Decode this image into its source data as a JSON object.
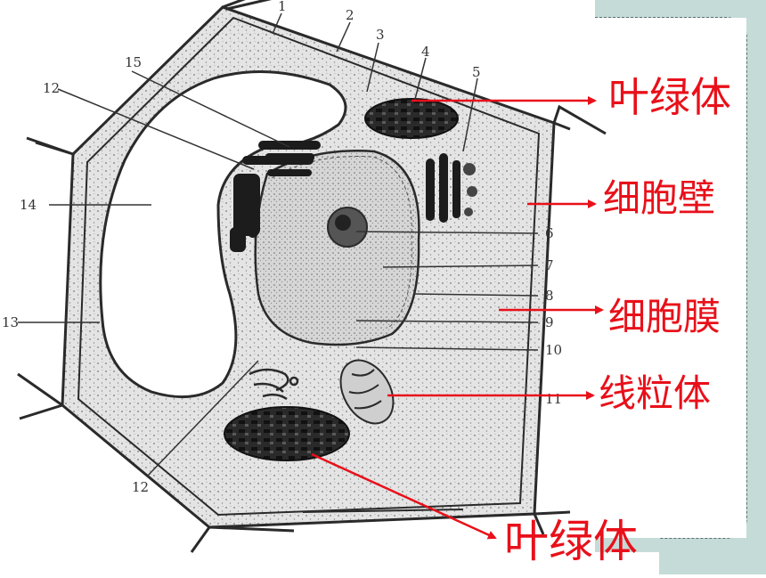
{
  "diagram": {
    "labels": {
      "chloroplast_top": "叶绿体",
      "cell_wall": "细胞壁",
      "cell_membrane": "细胞膜",
      "mitochondrion": "线粒体",
      "chloroplast_bottom": "叶绿体"
    },
    "numbers": [
      "1",
      "2",
      "3",
      "4",
      "5",
      "6",
      "7",
      "8",
      "9",
      "10",
      "11",
      "12",
      "12",
      "13",
      "14",
      "15"
    ],
    "colors": {
      "label_red": "#e8101a",
      "arrow_red": "#e8101a",
      "panel_teal": "#c5dbd8",
      "panel_border": "#3a4a4a",
      "cell_stroke": "#2a2a2a",
      "cytoplasm": "#e6e6e6"
    }
  }
}
